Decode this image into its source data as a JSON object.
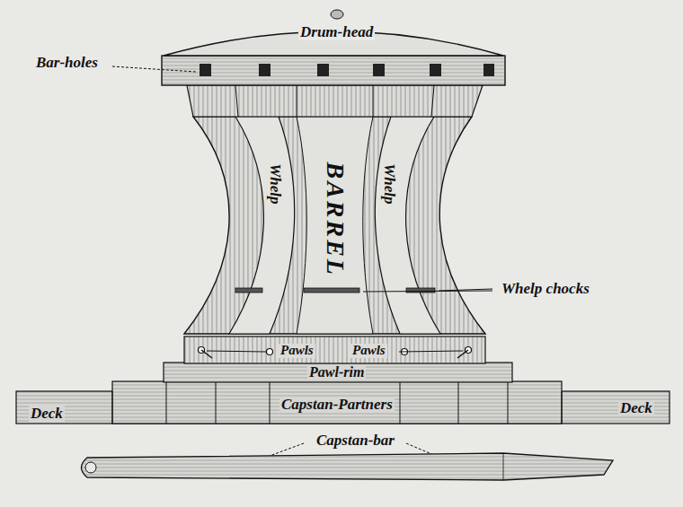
{
  "diagram": {
    "labels": [
      "Drum-head",
      "Bar-holes",
      "BARREL",
      "Whelp",
      "Whelp",
      "Whelp chocks",
      "Pawls",
      "Pawls",
      "Pawl-rim",
      "Capstan-Partners",
      "Deck",
      "Deck",
      "Capstan-bar"
    ]
  }
}
